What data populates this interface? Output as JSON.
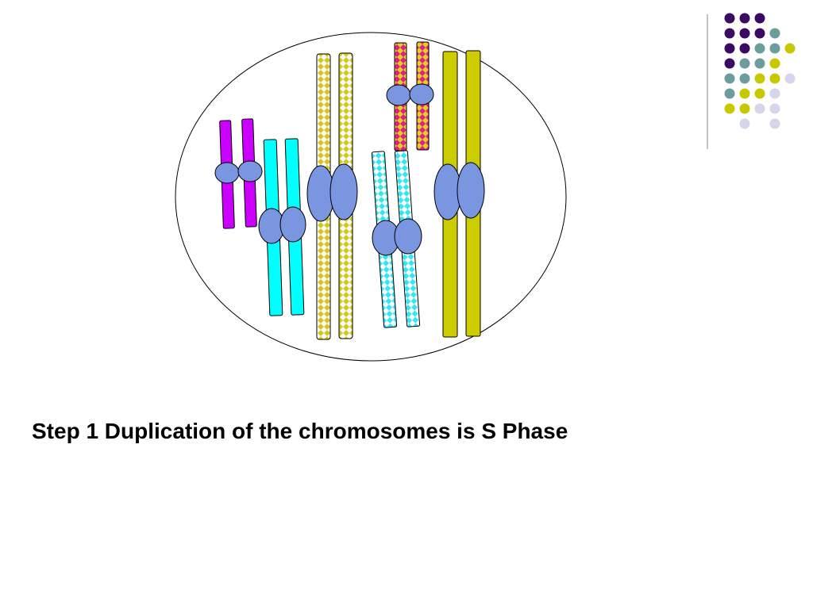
{
  "slide": {
    "caption": "Step 1 Duplication of the chromosomes is S Phase"
  },
  "colors": {
    "background": "#ffffff",
    "cell_outline": "#000000",
    "centromere": "#7b96e0",
    "magenta": "#cc00ff",
    "cyan": "#00ffff",
    "olive": "#cccc00",
    "yellow_checker": "#d4c820",
    "pink_checker": "#e0208a",
    "cyan_checker": "#33e6f0",
    "dot_purple": "#3b0a63",
    "dot_teal": "#6d9c9c",
    "dot_yellow": "#c8c800",
    "dot_lavender": "#d6d6eb"
  },
  "decoration": {
    "dot_grid": [
      [
        "purple",
        "purple",
        "purple",
        null,
        null
      ],
      [
        "purple",
        "purple",
        "purple",
        "teal",
        null
      ],
      [
        "purple",
        "purple",
        "teal",
        "teal",
        "yellow"
      ],
      [
        "purple",
        "teal",
        "teal",
        "yellow",
        null
      ],
      [
        "teal",
        "teal",
        "yellow",
        "yellow",
        "lavender"
      ],
      [
        "teal",
        "yellow",
        "yellow",
        "lavender",
        null
      ],
      [
        "yellow",
        "yellow",
        "lavender",
        "lavender",
        null
      ],
      [
        null,
        "lavender",
        null,
        "lavender",
        null
      ]
    ]
  }
}
